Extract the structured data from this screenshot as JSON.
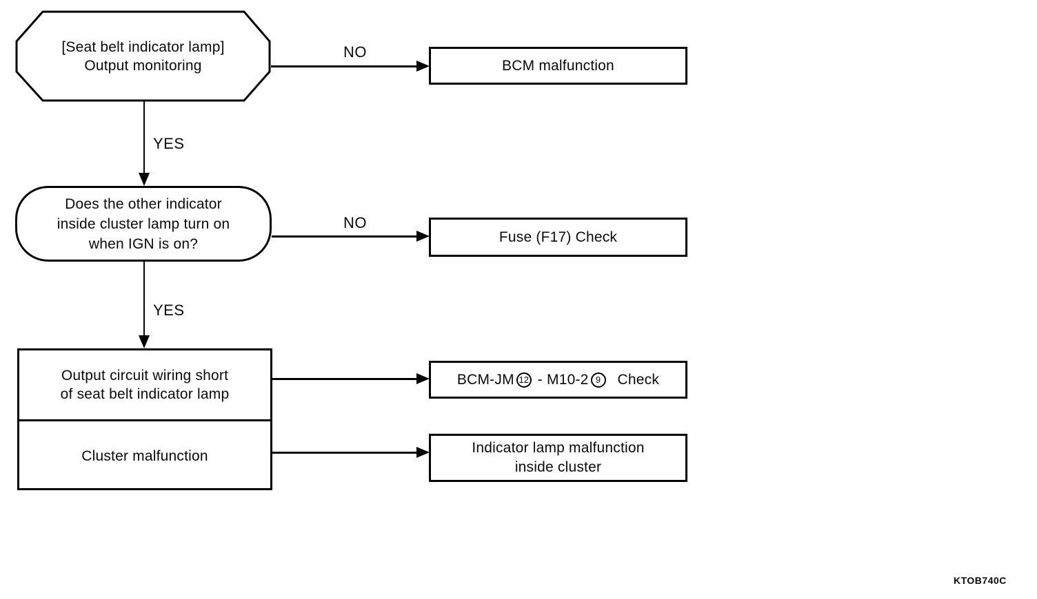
{
  "page": {
    "background": "#ffffff",
    "ink": "#000000"
  },
  "flowchart": {
    "start_node": {
      "line1": "[Seat belt indicator lamp]",
      "line2": "Output monitoring"
    },
    "decision_node": {
      "line1": "Does the other indicator",
      "line2": "inside cluster lamp turn on",
      "line3": "when IGN is on?"
    },
    "bcm_box": {
      "label": "BCM malfunction"
    },
    "fuse_box": {
      "label": "Fuse (F17) Check"
    },
    "causes_box": {
      "cell1_line1": "Output circuit wiring short",
      "cell1_line2": "of seat belt indicator lamp",
      "cell2_label": "Cluster malfunction"
    },
    "check_box": {
      "part1": "BCM-JM",
      "circled1": "12",
      "part2": "- M10-2",
      "circled2": "9",
      "part3": "Check"
    },
    "lamp_box": {
      "line1": "Indicator lamp malfunction",
      "line2": "inside cluster"
    },
    "edges": {
      "no_top": "NO",
      "yes_top": "YES",
      "no_mid": "NO",
      "yes_mid": "YES"
    },
    "figure_code": "KTOB740C"
  }
}
